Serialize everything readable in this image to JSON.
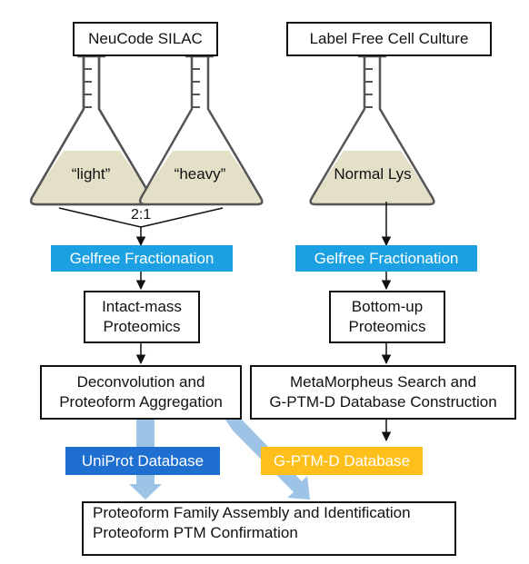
{
  "colors": {
    "gelfree": "#1ba1e2",
    "uniprot": "#1f6fd1",
    "gptmd": "#ffbf1a",
    "flow_arrow": "#9dc3e6",
    "liquid": "#e4e0c7",
    "flask_outline": "#555555"
  },
  "left_branch": {
    "header": "NeuCode SILAC",
    "flask_light": "“light”",
    "flask_heavy": "“heavy”",
    "ratio": "2:1",
    "fractionation": "Gelfree Fractionation",
    "proteomics": [
      "Intact-mass",
      "Proteomics"
    ],
    "analysis": [
      "Deconvolution and",
      "Proteoform Aggregation"
    ]
  },
  "right_branch": {
    "header": "Label Free Cell Culture",
    "flask": "Normal Lys",
    "fractionation": "Gelfree Fractionation",
    "proteomics": [
      "Bottom-up",
      "Proteomics"
    ],
    "analysis": [
      "MetaMorpheus Search and",
      "G-PTM-D Database Construction"
    ]
  },
  "databases": {
    "uniprot": "UniProt Database",
    "gptmd": "G-PTM-D Database"
  },
  "final": [
    "Proteoform Family Assembly and Identification",
    "Proteoform PTM Confirmation"
  ]
}
